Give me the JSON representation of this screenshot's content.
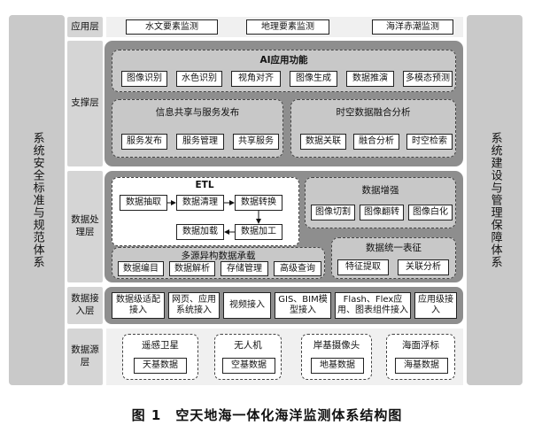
{
  "left_side": "系统安全标准与规范体系",
  "right_side": "系统建设与管理保障体系",
  "layers": {
    "application": {
      "label": "应用层",
      "items": [
        "水文要素监测",
        "地理要素监测",
        "海洋赤潮监测"
      ]
    },
    "support": {
      "label": "支撑层",
      "ai": {
        "title": "AI应用功能",
        "items": [
          "图像识别",
          "水色识别",
          "视角对齐",
          "图像生成",
          "数据推演",
          "多模态预测"
        ]
      },
      "info": {
        "title": "信息共享与服务发布",
        "items": [
          "服务发布",
          "服务管理",
          "共享服务"
        ]
      },
      "fusion": {
        "title": "时空数据融合分析",
        "items": [
          "数据关联",
          "融合分析",
          "时空检索"
        ]
      }
    },
    "processing": {
      "label": "数据处理层",
      "etl": {
        "title": "ETL",
        "items": [
          "数据抽取",
          "数据清理",
          "数据转换",
          "数据加工",
          "数据加载"
        ]
      },
      "enhance": {
        "title": "数据增强",
        "items": [
          "图像切割",
          "图像翻转",
          "图像白化"
        ]
      },
      "storage": {
        "title": "多源异构数据承载",
        "items": [
          "数据编目",
          "数据解析",
          "存储管理",
          "高级查询"
        ]
      },
      "unify": {
        "title": "数据统一表征",
        "items": [
          "特征提取",
          "关联分析"
        ]
      }
    },
    "access": {
      "label": "数据接入层",
      "items": [
        "数据级适配接入",
        "网页、应用系统接入",
        "视频接入",
        "GIS、BIM模型接入",
        "Flash、Flex应用、图表组件接入",
        "应用级接入"
      ]
    },
    "source": {
      "label": "数据源层",
      "groups": [
        {
          "title": "遥感卫星",
          "item": "天基数据"
        },
        {
          "title": "无人机",
          "item": "空基数据"
        },
        {
          "title": "岸基摄像头",
          "item": "地基数据"
        },
        {
          "title": "海面浮标",
          "item": "海基数据"
        }
      ]
    }
  },
  "caption": "图 1　空天地海一体化海洋监测体系结构图"
}
